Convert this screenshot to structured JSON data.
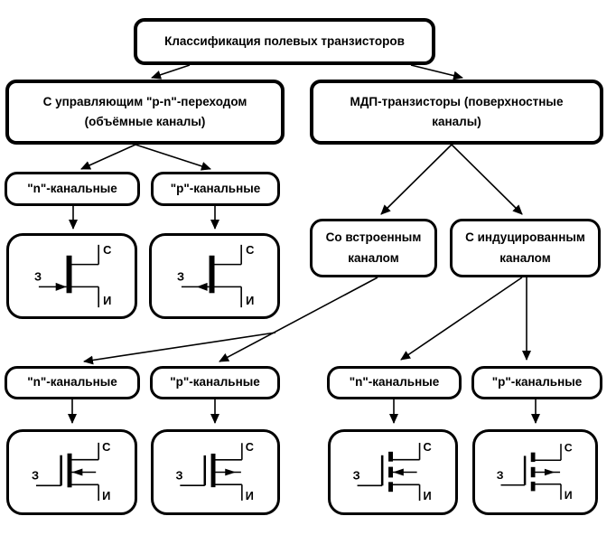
{
  "title": "Классификация полевых транзисторов",
  "pn_branch": {
    "label_lines": [
      "С управляющим \"p-n\"-переходом",
      "(объёмные каналы)"
    ]
  },
  "mdp_branch": {
    "label_lines": [
      "МДП-транзисторы (поверхностные",
      "каналы)"
    ]
  },
  "channel_types": {
    "n": "\"n\"-канальные",
    "p": "\"p\"-канальные"
  },
  "mdp_types": {
    "built_lines": [
      "Со встроенным",
      "каналом"
    ],
    "induced_lines": [
      "С индуцированным",
      "каналом"
    ]
  },
  "symbol_labels": {
    "gate": "З",
    "drain": "С",
    "source": "И"
  },
  "colors": {
    "line": "#000000",
    "background": "#ffffff"
  }
}
